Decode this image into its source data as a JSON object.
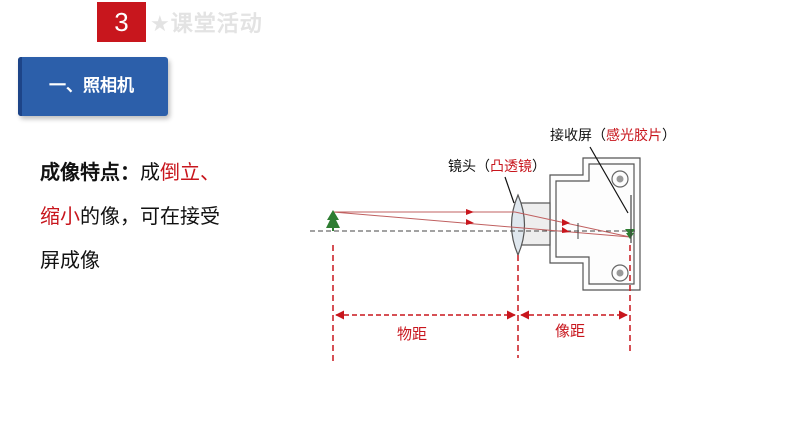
{
  "header": {
    "number": "3",
    "title": "★课堂活动"
  },
  "section": {
    "label": "一、照相机"
  },
  "features": {
    "line1_bold": "成像特点：",
    "line1_plain": "成",
    "line1_red": "倒立、",
    "line2_red": "缩小",
    "line2_plain": "的像，可在接受",
    "line3": "屏成像"
  },
  "diagram": {
    "lens_label_prefix": "镜头（",
    "lens_label_red": "凸透镜",
    "lens_label_suffix": "）",
    "screen_label_prefix": "接收屏（",
    "screen_label_red": "感光胶片",
    "screen_label_suffix": "）",
    "object_distance": "物距",
    "image_distance": "像距"
  },
  "colors": {
    "red": "#c8161d",
    "blue": "#2c5faa",
    "line": "#333333"
  }
}
